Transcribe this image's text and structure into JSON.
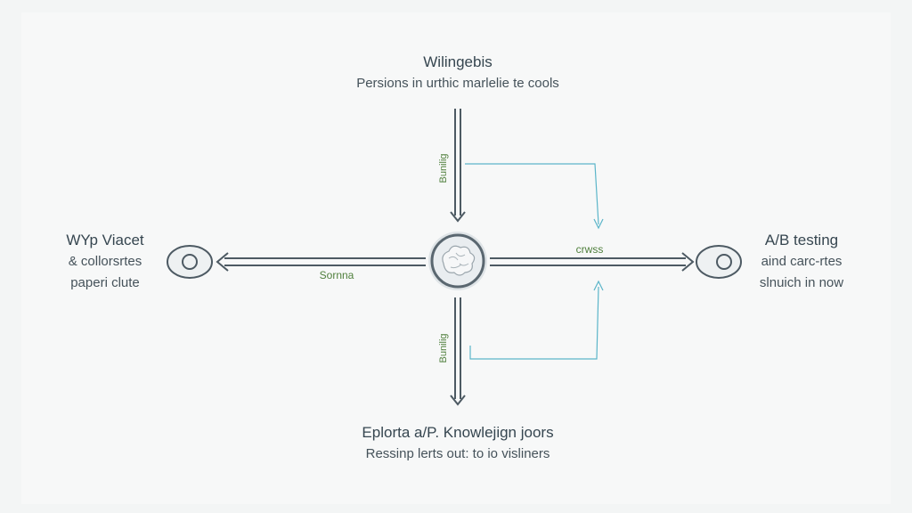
{
  "top": {
    "title": "Wilingebis",
    "subtitle": "Persions in urthic marlelie te cools"
  },
  "left": {
    "title": "WYp Viacet",
    "line2": "& collorsrtes",
    "line3": "paperi clute"
  },
  "right": {
    "title": "A/B testing",
    "line2": "aind carc-rtes",
    "line3": "slnuich in now"
  },
  "bottom": {
    "title": "Eplorta a/P. Knowlejign joors",
    "subtitle": "Ressinp lerts out: to io visliners"
  },
  "arrows": {
    "left_label": "Sornna",
    "right_label": "crwss",
    "top_label": "Bunilig",
    "bottom_label": "Bunilig"
  },
  "colors": {
    "line": "#4d5a63",
    "accent": "#5bb5c9",
    "label_green": "#4f7f3c",
    "hub_fill": "#e9edf0"
  },
  "icons": {
    "hub": "brain-icon",
    "left_node": "ring-icon",
    "right_node": "ring-icon"
  }
}
